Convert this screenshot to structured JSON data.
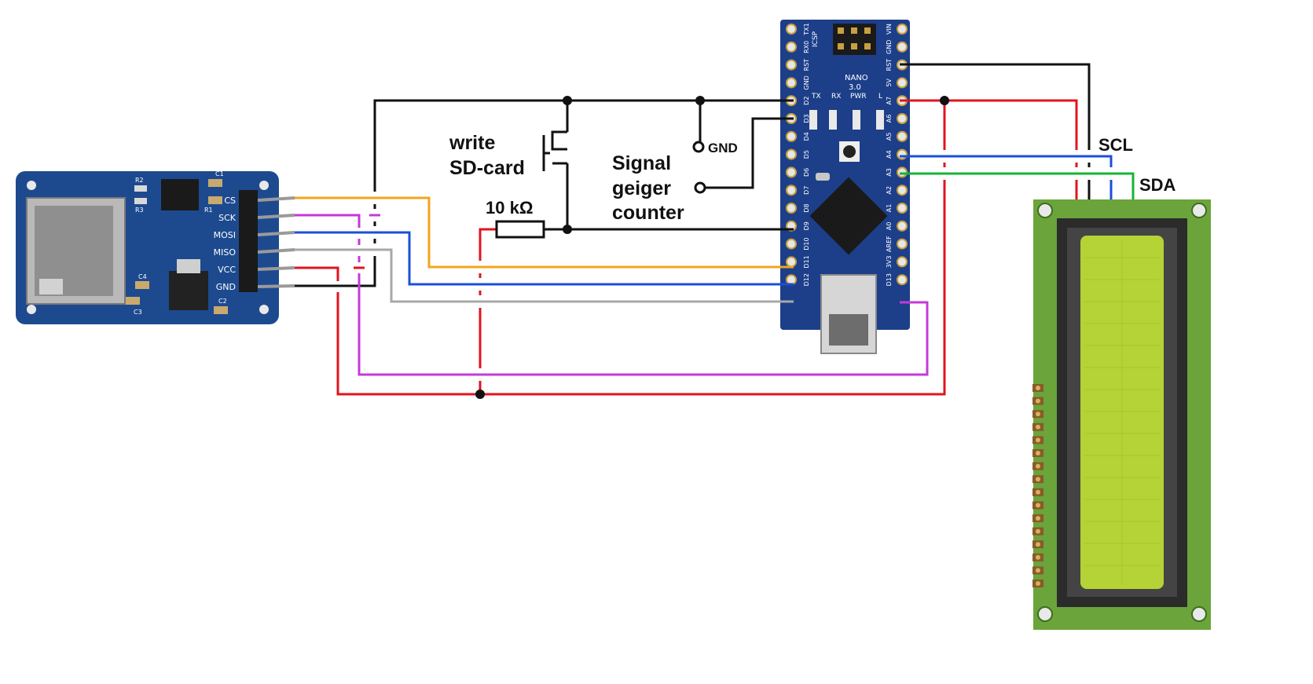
{
  "labels": {
    "write_line1": "write",
    "write_line2": "SD-card",
    "resistor": "10 kΩ",
    "gnd": "GND",
    "signal_line1": "Signal",
    "signal_line2": "geiger",
    "signal_line3": "counter",
    "scl": "SCL",
    "sda": "SDA"
  },
  "sd_module": {
    "pins": [
      "CS",
      "SCK",
      "MOSI",
      "MISO",
      "VCC",
      "GND"
    ],
    "components": [
      "R2",
      "R3",
      "R1",
      "C1",
      "C4",
      "C3",
      "C2"
    ]
  },
  "nano": {
    "title_line1": "NANO",
    "title_line2": "3.0",
    "led_labels": [
      "TX",
      "RX",
      "PWR",
      "L"
    ],
    "left_pins": [
      "TX1",
      "RX0",
      "RST",
      "GND",
      "D2",
      "D3",
      "D4",
      "D5",
      "D6",
      "D7",
      "D8",
      "D9",
      "D10",
      "D11",
      "D12"
    ],
    "right_pins": [
      "VIN",
      "GND",
      "RST",
      "5V",
      "A7",
      "A6",
      "A5",
      "A4",
      "A3",
      "A2",
      "A1",
      "A0",
      "AREF",
      "3V3",
      "D13"
    ],
    "icsp_label": "ICSP"
  },
  "colors": {
    "gnd_wire": "#111111",
    "power_wire": "#e0141e",
    "cs_wire": "#f2a41d",
    "sck_wire": "#c43ad8",
    "mosi_wire": "#1a4fd8",
    "miso_wire": "#a8a8a8",
    "sda_wire": "#15b535",
    "pcb_blue": "#1d3f8a",
    "lcd_green": "#6aa43a",
    "lcd_screen": "#b5d236"
  }
}
